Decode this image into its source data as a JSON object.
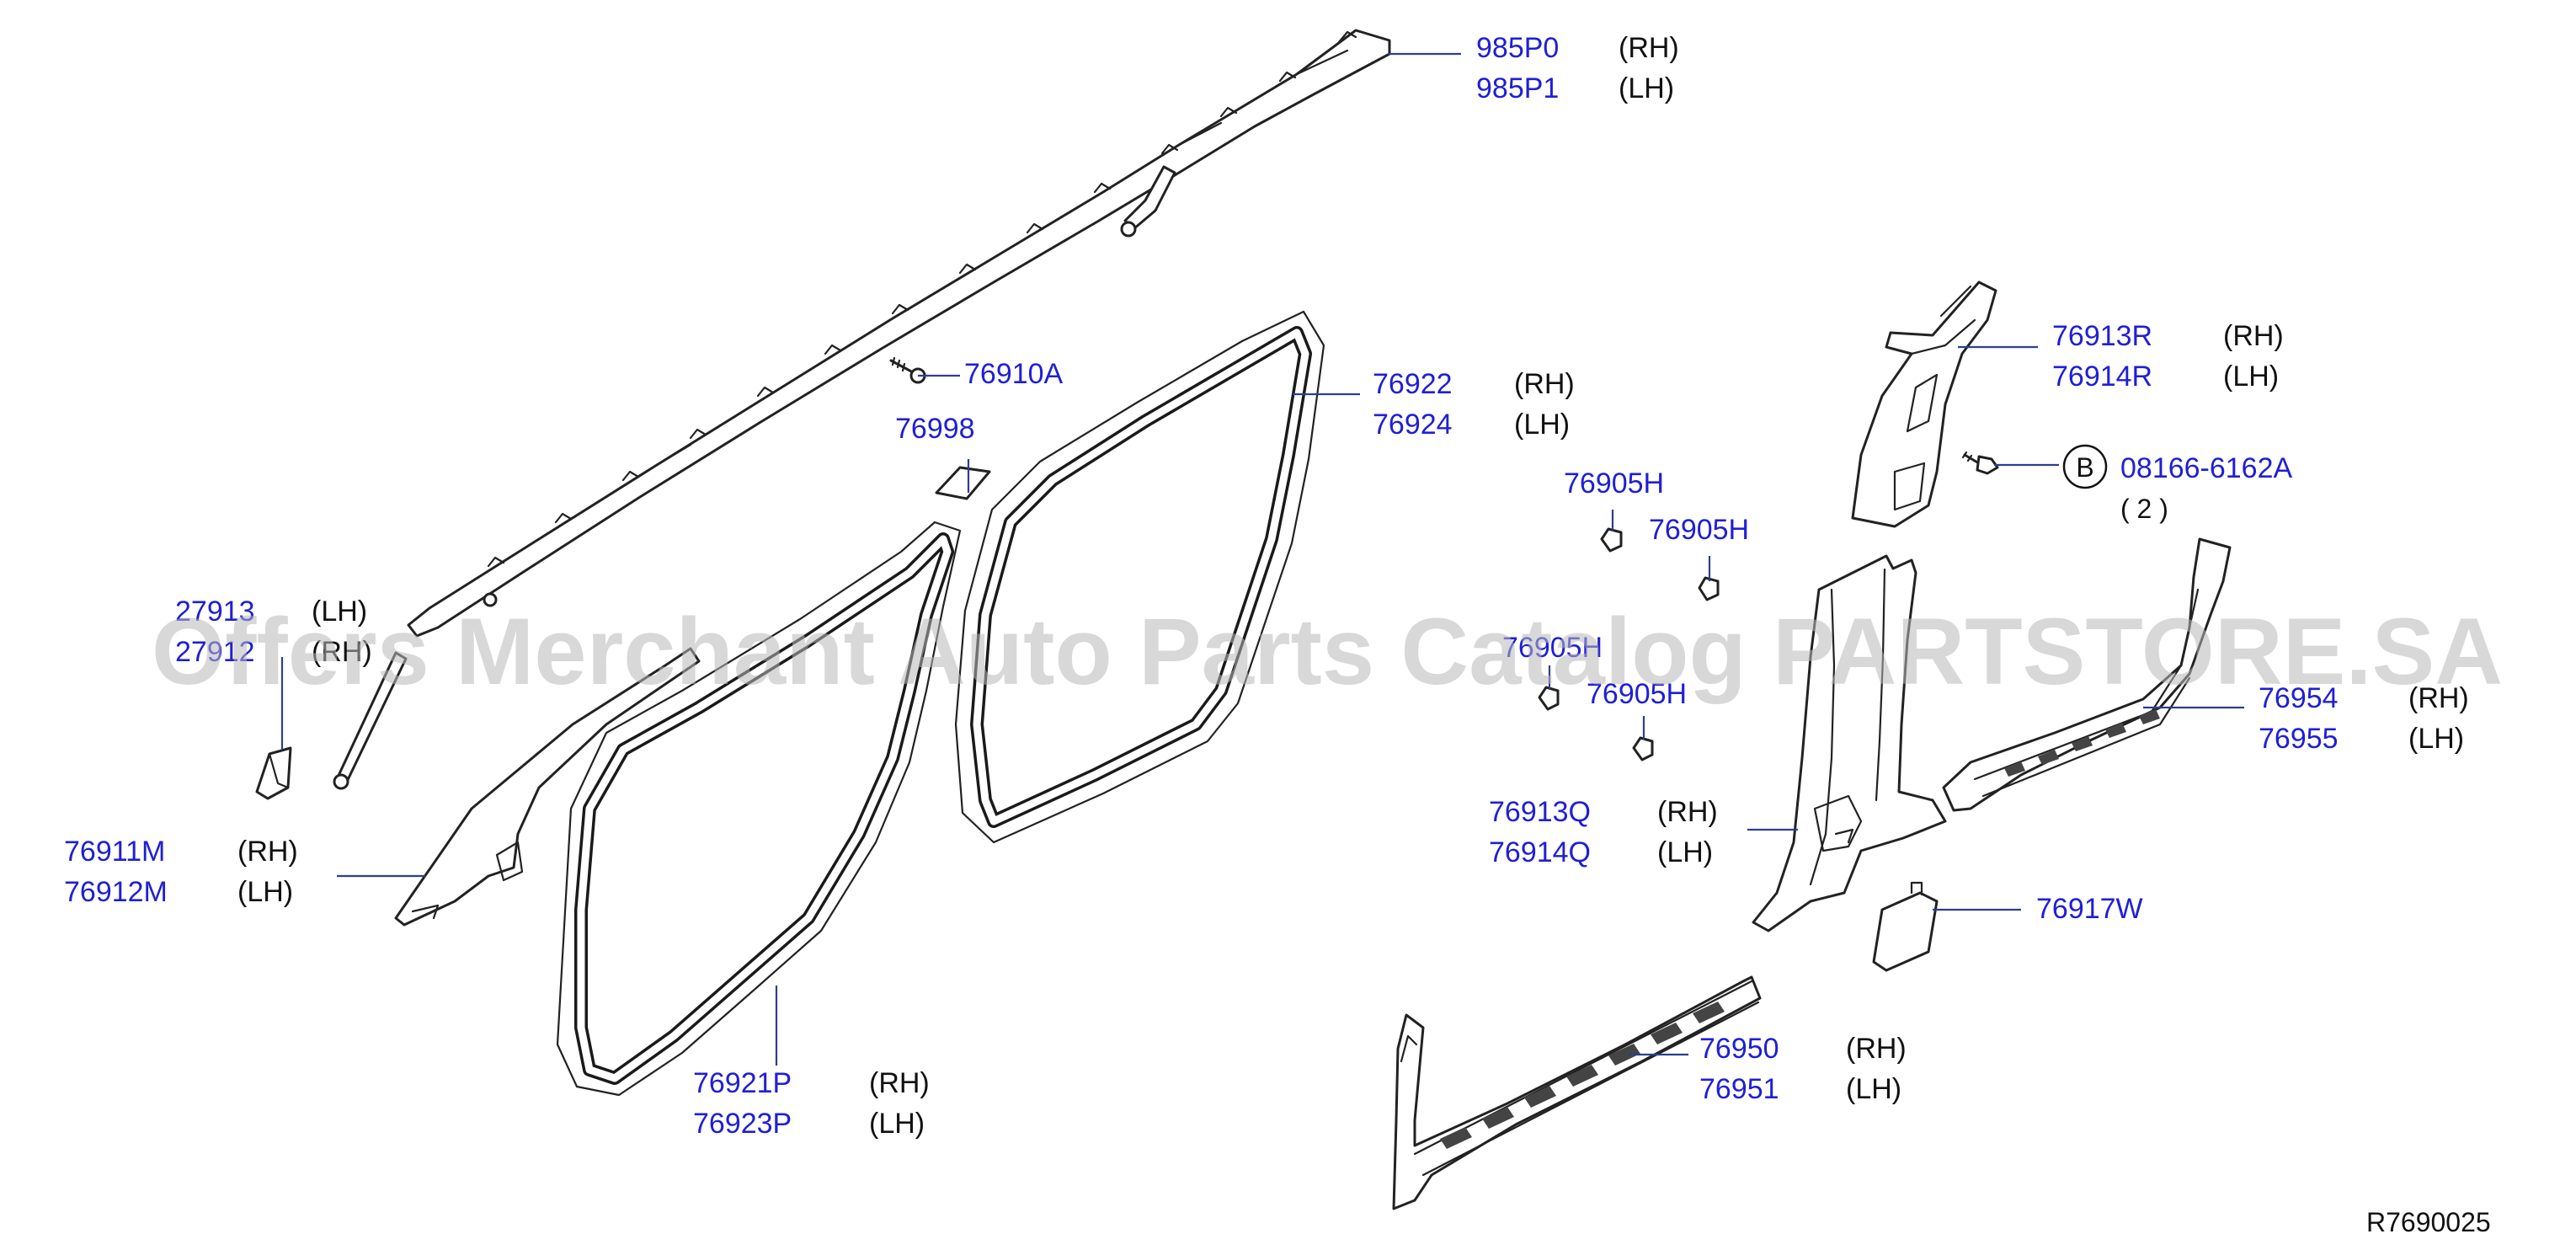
{
  "diagram": {
    "reference_code": "R7690025",
    "watermark": "Offers Merchant Auto Parts Catalog PARTSTORE.SA",
    "callouts": [
      {
        "id": "c985p",
        "parts": [
          {
            "number": "985P0",
            "side": "(RH)"
          },
          {
            "number": "985P1",
            "side": "(LH)"
          }
        ]
      },
      {
        "id": "c76910a",
        "parts": [
          {
            "number": "76910A"
          }
        ]
      },
      {
        "id": "c76998",
        "parts": [
          {
            "number": "76998"
          }
        ]
      },
      {
        "id": "c76922",
        "parts": [
          {
            "number": "76922",
            "side": "(RH)"
          },
          {
            "number": "76924",
            "side": "(LH)"
          }
        ]
      },
      {
        "id": "c27913",
        "parts": [
          {
            "number": "27913",
            "side": "(LH)"
          },
          {
            "number": "27912",
            "side": "(RH)"
          }
        ]
      },
      {
        "id": "c76911m",
        "parts": [
          {
            "number": "76911M",
            "side": "(RH)"
          },
          {
            "number": "76912M",
            "side": "(LH)"
          }
        ]
      },
      {
        "id": "c76921p",
        "parts": [
          {
            "number": "76921P",
            "side": "(RH)"
          },
          {
            "number": "76923P",
            "side": "(LH)"
          }
        ]
      },
      {
        "id": "c76905h1",
        "parts": [
          {
            "number": "76905H"
          }
        ]
      },
      {
        "id": "c76905h2",
        "parts": [
          {
            "number": "76905H"
          }
        ]
      },
      {
        "id": "c76905h3",
        "parts": [
          {
            "number": "76905H"
          }
        ]
      },
      {
        "id": "c76905h4",
        "parts": [
          {
            "number": "76905H"
          }
        ]
      },
      {
        "id": "c76913q",
        "parts": [
          {
            "number": "76913Q",
            "side": "(RH)"
          },
          {
            "number": "76914Q",
            "side": "(LH)"
          }
        ]
      },
      {
        "id": "c76913r",
        "parts": [
          {
            "number": "76913R",
            "side": "(RH)"
          },
          {
            "number": "76914R",
            "side": "(LH)"
          }
        ]
      },
      {
        "id": "c08166",
        "marker": "B",
        "parts": [
          {
            "number": "08166-6162A",
            "qty": "( 2 )"
          }
        ]
      },
      {
        "id": "c76954",
        "parts": [
          {
            "number": "76954",
            "side": "(RH)"
          },
          {
            "number": "76955",
            "side": "(LH)"
          }
        ]
      },
      {
        "id": "c76917w",
        "parts": [
          {
            "number": "76917W"
          }
        ]
      },
      {
        "id": "c76950",
        "parts": [
          {
            "number": "76950",
            "side": "(RH)"
          },
          {
            "number": "76951",
            "side": "(LH)"
          }
        ]
      }
    ]
  }
}
